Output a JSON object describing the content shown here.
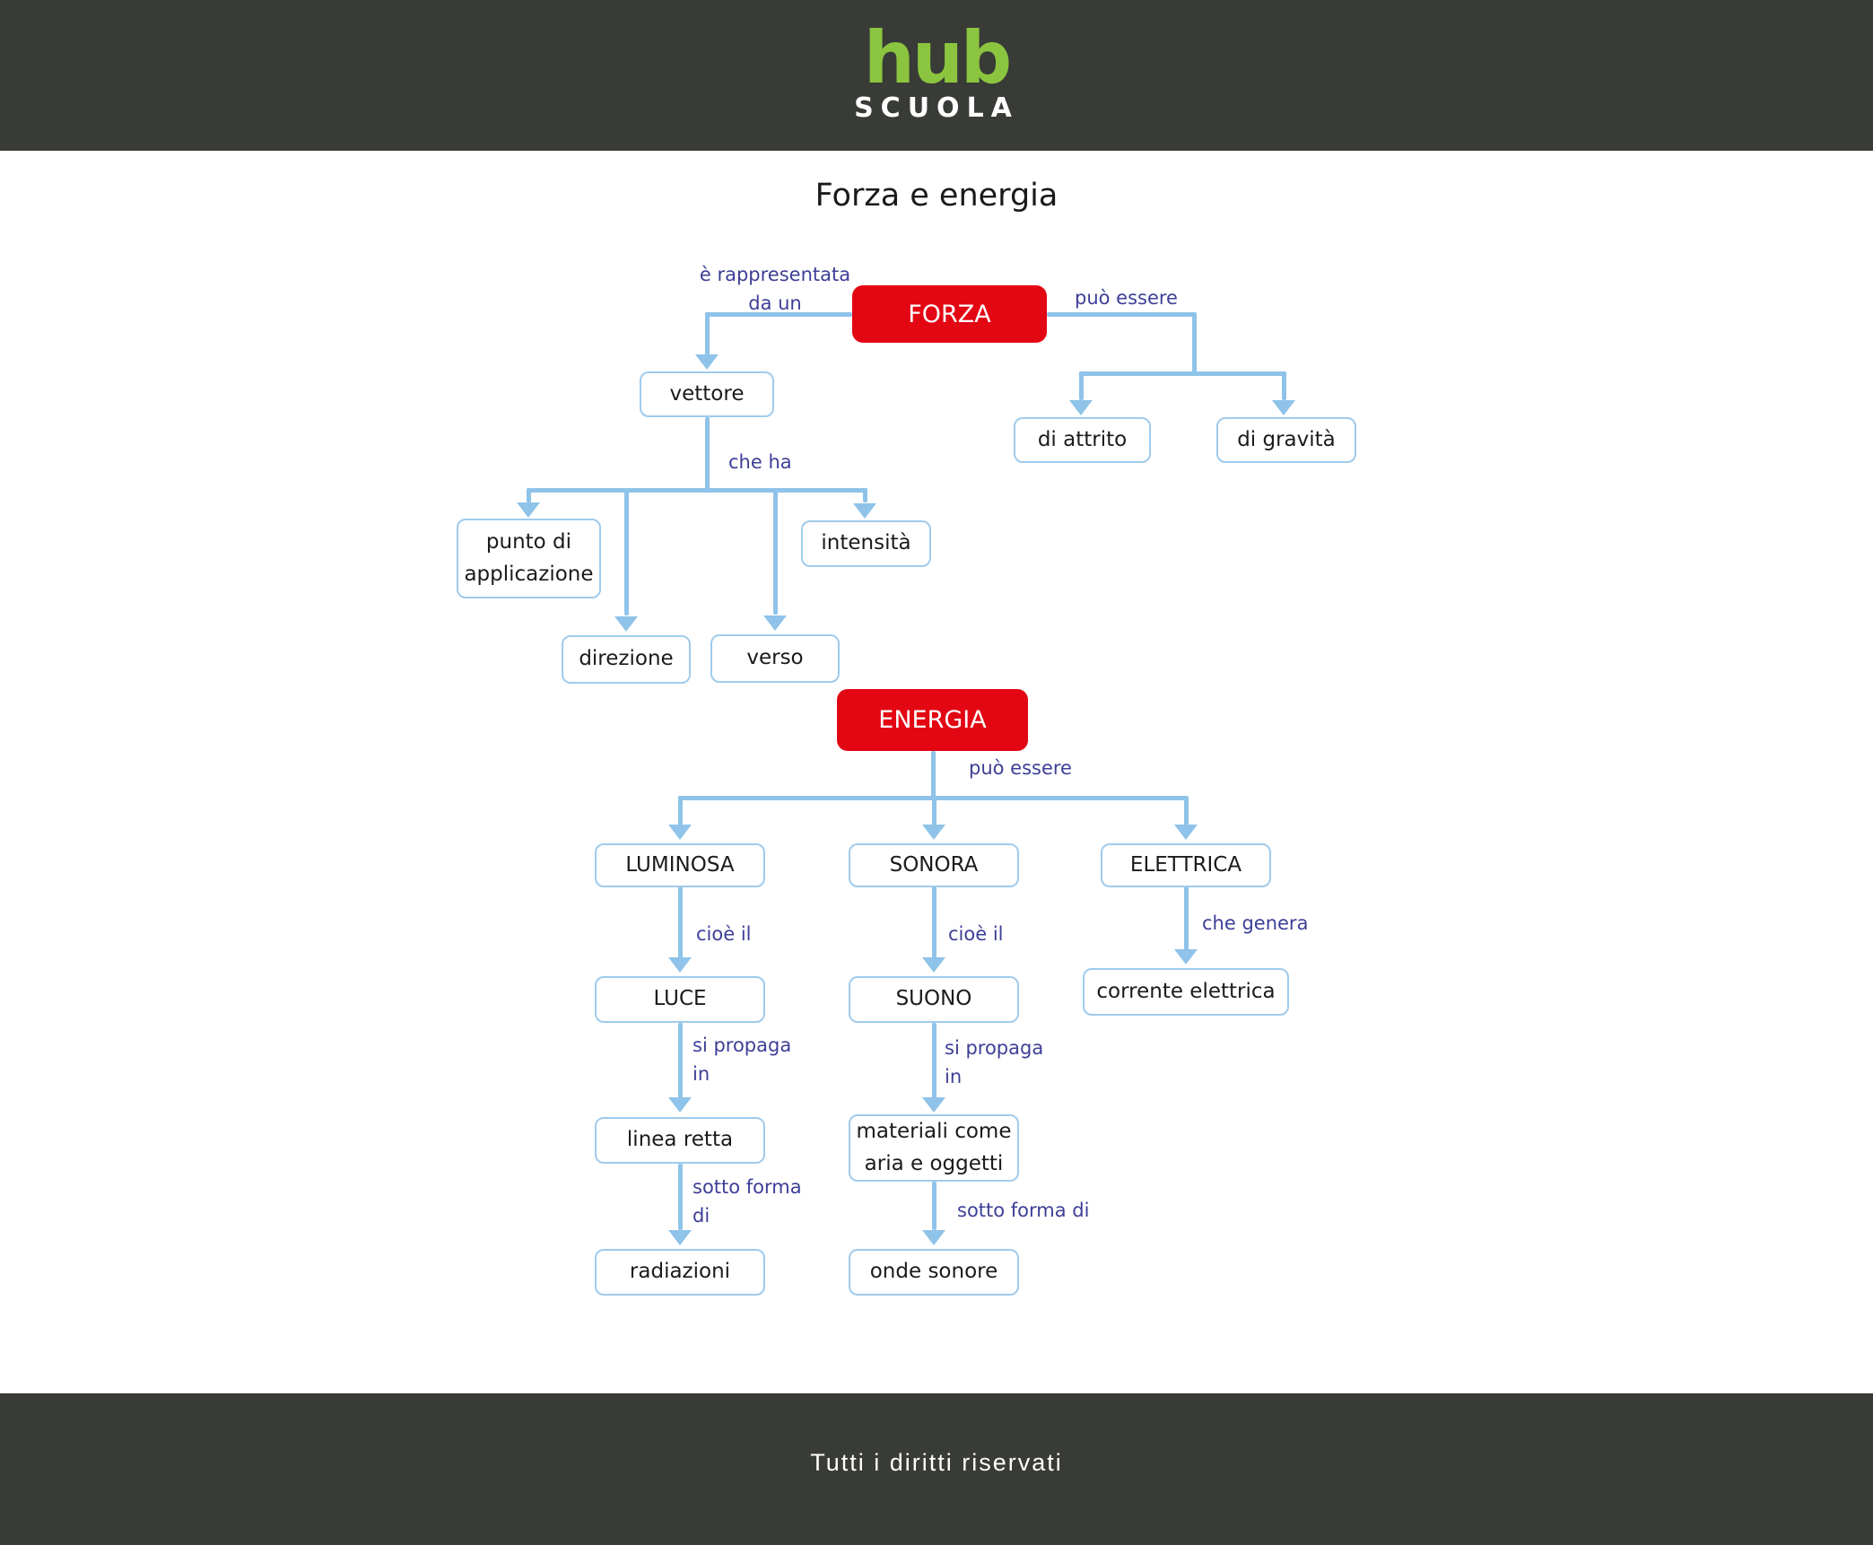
{
  "header": {
    "logo_primary": "hub",
    "logo_secondary": "SCUOLA"
  },
  "title": "Forza e energia",
  "footer": {
    "text": "Tutti i diritti riservati"
  },
  "colors": {
    "band_bg": "#393b37",
    "logo_green": "#8bc53f",
    "node_red": "#e30613",
    "line_blue": "#8fc3e9",
    "box_border": "#a0cbec",
    "label_purple": "#3d3f96"
  },
  "diagram": {
    "nodes": {
      "forza": "FORZA",
      "energia": "ENERGIA",
      "vettore": "vettore",
      "punto": "punto di\napplicazione",
      "direzione": "direzione",
      "verso": "verso",
      "intensita": "intensità",
      "attrito": "di attrito",
      "gravita": "di gravità",
      "luminosa": "LUMINOSA",
      "sonora": "SONORA",
      "elettrica": "ELETTRICA",
      "luce": "LUCE",
      "suono": "SUONO",
      "corrente": "corrente elettrica",
      "linea_retta": "linea retta",
      "materiali": "materiali come\naria e oggetti",
      "radiazioni": "radiazioni",
      "onde_sonore": "onde sonore"
    },
    "labels": {
      "rappresentata": "è rappresentata\nda un",
      "puo_essere_forza": "può essere",
      "che_ha": "che ha",
      "puo_essere_energia": "può essere",
      "cioe_il_1": "cioè il",
      "cioe_il_2": "cioè il",
      "che_genera": "che genera",
      "si_propaga_1": "si propaga\nin",
      "si_propaga_2": "si propaga\nin",
      "sotto_forma_1": "sotto forma\ndi",
      "sotto_forma_2": "sotto forma di"
    }
  }
}
